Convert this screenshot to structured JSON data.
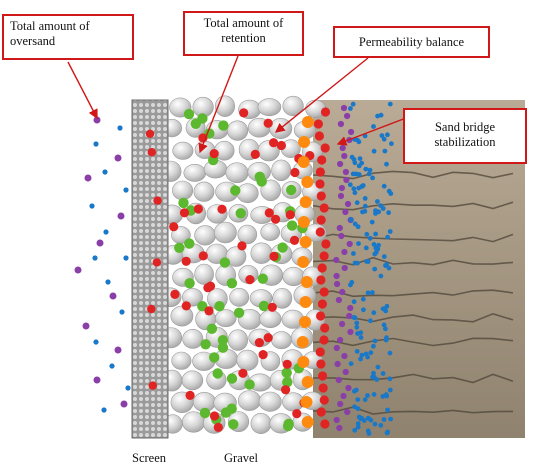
{
  "callouts": {
    "oversand": {
      "line1": "Total amount of",
      "line2": "oversand"
    },
    "retention": {
      "line1": "Total amount of",
      "line2": "retention"
    },
    "permeability": {
      "line1": "Permeability balance"
    },
    "sand_bridge": {
      "line1": "Sand bridge",
      "line2": "stabilization"
    }
  },
  "labels": {
    "screen": "Screen",
    "gravel": "Gravel"
  },
  "colors": {
    "callout_border": "#d01818",
    "arrow": "#d01818",
    "sand_purple": "#8a3fa8",
    "sand_blue": "#1a78c8",
    "retained_red": "#e02424",
    "retained_green": "#5cb82e",
    "bridge_orange": "#ff8a10",
    "gravel_gray": "#d2d2d2",
    "formation_rock": "#8a7a66"
  }
}
